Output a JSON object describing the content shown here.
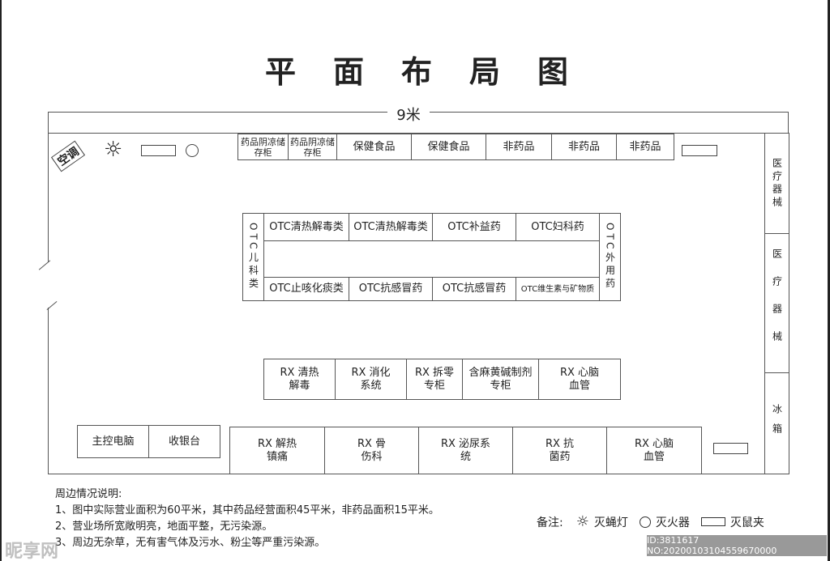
{
  "title": "平面布局图",
  "width_label": "9米",
  "aircon": "空调",
  "top_row": [
    "药品阴凉储存柜",
    "药品阴凉储存柜",
    "保健食品",
    "保健食品",
    "非药品",
    "非药品",
    "非药品"
  ],
  "otc": {
    "left": "OTC儿科类",
    "right": "OTC外用药",
    "top": [
      "OTC清热解毒类",
      "OTC清热解毒类",
      "OTC补益药",
      "OTC妇科药"
    ],
    "bottom": [
      "OTC止咳化痰类",
      "OTC抗感冒药",
      "OTC抗感冒药",
      "OTC维生素与矿物质"
    ]
  },
  "rx_middle": [
    "RX 清热解毒",
    "RX 消化系统",
    "RX 拆零专柜",
    "含麻黄碱制剂专柜",
    "RX 心脑血管"
  ],
  "counter": [
    "主控电脑",
    "收银台"
  ],
  "rx_bottom": [
    "RX 解热镇痛",
    "RX 骨伤科",
    "RX 泌尿系统",
    "RX 抗菌药",
    "RX 心脑血管"
  ],
  "right_wall": [
    "医疗器械",
    "医疗器械",
    "冰箱"
  ],
  "notes": {
    "heading": "周边情况说明:",
    "items": [
      "1、图中实际营业面积为60平米，其中药品经营面积45平米，非药品面积15平米。",
      "2、营业场所宽敞明亮，地面平整，无污染源。",
      "3、周边无杂草，无有害气体及污水、粉尘等严重污染源。"
    ]
  },
  "legend": {
    "label": "备注:",
    "items": [
      {
        "icon": "sun-lamp-icon",
        "text": "灭蝇灯"
      },
      {
        "icon": "circle-icon",
        "text": "灭火器"
      },
      {
        "icon": "rect-icon",
        "text": "灭鼠夹"
      }
    ]
  },
  "watermark": {
    "logo": "昵享网 www.nipic.cn",
    "id": "ID:3811617 NO:20200103104559670000"
  }
}
